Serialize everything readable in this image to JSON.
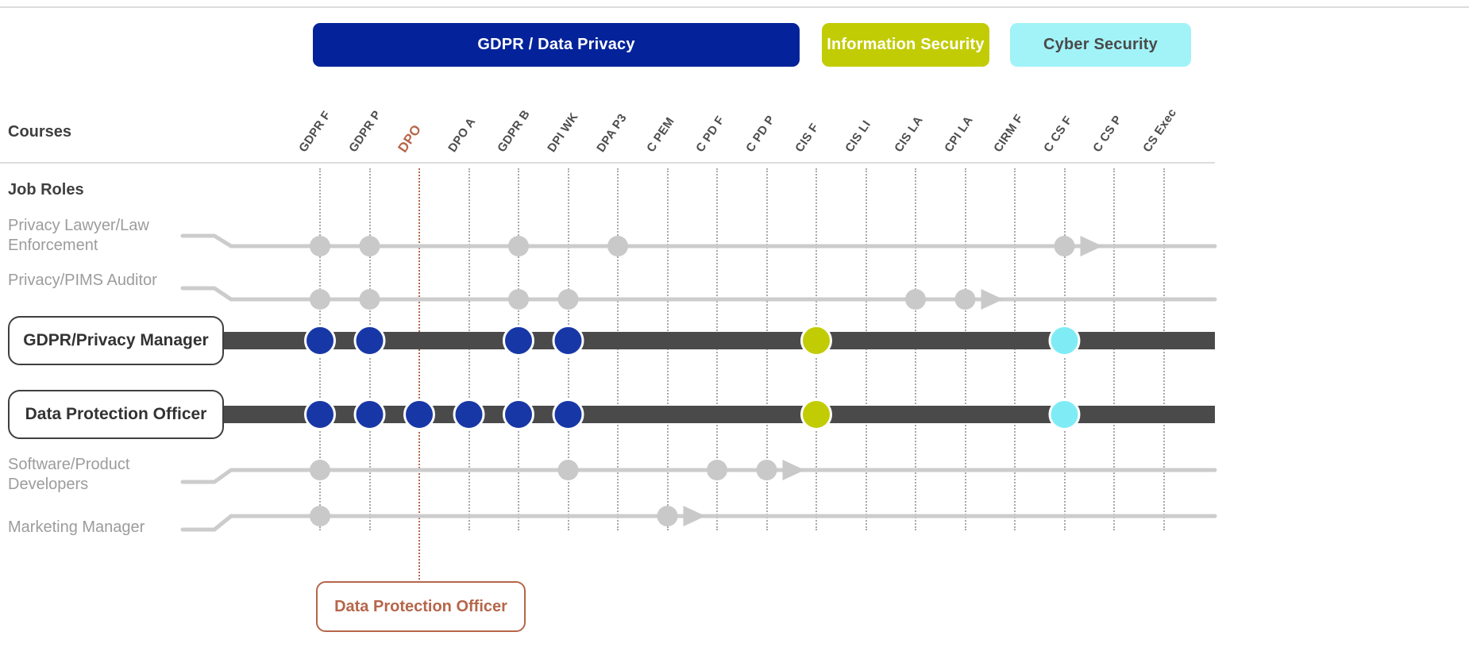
{
  "header": {
    "categories": [
      {
        "label": "GDPR / Data Privacy",
        "bg": "#04229a",
        "text_color": "#ffffff"
      },
      {
        "label": "Information Security",
        "bg": "#c2cc05",
        "text_color": "#ffffff"
      },
      {
        "label": "Cyber Security",
        "bg": "#a2f3f8",
        "text_color": "#4a4a4a"
      }
    ]
  },
  "labels": {
    "courses": "Courses",
    "job_roles": "Job Roles"
  },
  "courses": [
    "GDPR F",
    "GDPR P",
    "DPO",
    "DPO A",
    "GDPR B",
    "DPI WK",
    "DPA P3",
    "C PEM",
    "C PD F",
    "C PD P",
    "CIS F",
    "CIS LI",
    "CIS LA",
    "CPI LA",
    "CIRM F",
    "C CS F",
    "C CS P",
    "CS Exec"
  ],
  "highlighted_course": "DPO",
  "callout": {
    "label": "Data Protection Officer"
  },
  "colors": {
    "navy": "#04229a",
    "blue_dot": "#1837a6",
    "olive": "#c2cc05",
    "cyan": "#7fecf5",
    "cyan_light": "#a2f3f8",
    "bar": "#4a4a4a",
    "gray_line": "#cccccc",
    "gray_dot": "#c9c9c9",
    "rust": "#b5664a",
    "label_gray": "#9c9c9c",
    "dark_text": "#3f3f3f"
  },
  "chart_data": {
    "type": "table",
    "title": "Courses vs Job Roles learning pathways",
    "columns": [
      "GDPR F",
      "GDPR P",
      "DPO",
      "DPO A",
      "GDPR B",
      "DPI WK",
      "DPA P3",
      "C PEM",
      "C PD F",
      "C PD P",
      "CIS F",
      "CIS LI",
      "CIS LA",
      "CPI LA",
      "CIRM F",
      "C CS F",
      "C CS P",
      "CS Exec"
    ],
    "rows": [
      {
        "role": "Privacy Lawyer/Law Enforcement",
        "label_lines": [
          "Privacy Lawyer/Law",
          "Enforcement"
        ],
        "style": "light",
        "dots": [
          {
            "course": "GDPR F",
            "category": "none"
          },
          {
            "course": "GDPR P",
            "category": "none"
          },
          {
            "course": "GDPR B",
            "category": "none"
          },
          {
            "course": "DPA P3",
            "category": "none"
          },
          {
            "course": "C CS F",
            "category": "none"
          }
        ],
        "arrow_after": "C CS F"
      },
      {
        "role": "Privacy/PIMS Auditor",
        "label_lines": [
          "Privacy/PIMS Auditor"
        ],
        "style": "light",
        "dots": [
          {
            "course": "GDPR F",
            "category": "none"
          },
          {
            "course": "GDPR P",
            "category": "none"
          },
          {
            "course": "GDPR B",
            "category": "none"
          },
          {
            "course": "DPI WK",
            "category": "none"
          },
          {
            "course": "CIS LA",
            "category": "none"
          },
          {
            "course": "CPI LA",
            "category": "none"
          }
        ],
        "arrow_after": "CPI LA"
      },
      {
        "role": "GDPR/Privacy Manager",
        "label_lines": [
          "GDPR/Privacy Manager"
        ],
        "style": "emphasis",
        "dots": [
          {
            "course": "GDPR F",
            "category": "gdpr"
          },
          {
            "course": "GDPR P",
            "category": "gdpr"
          },
          {
            "course": "GDPR B",
            "category": "gdpr"
          },
          {
            "course": "DPI WK",
            "category": "gdpr"
          },
          {
            "course": "CIS F",
            "category": "infosec"
          },
          {
            "course": "C CS F",
            "category": "cyber"
          }
        ],
        "arrow_after": null
      },
      {
        "role": "Data Protection Officer",
        "label_lines": [
          "Data Protection Officer"
        ],
        "style": "emphasis",
        "dots": [
          {
            "course": "GDPR F",
            "category": "gdpr"
          },
          {
            "course": "GDPR P",
            "category": "gdpr"
          },
          {
            "course": "DPO",
            "category": "gdpr"
          },
          {
            "course": "DPO A",
            "category": "gdpr"
          },
          {
            "course": "GDPR B",
            "category": "gdpr"
          },
          {
            "course": "DPI WK",
            "category": "gdpr"
          },
          {
            "course": "CIS F",
            "category": "infosec"
          },
          {
            "course": "C CS F",
            "category": "cyber"
          }
        ],
        "arrow_after": null
      },
      {
        "role": "Software/Product Developers",
        "label_lines": [
          "Software/Product",
          "Developers"
        ],
        "style": "light",
        "dots": [
          {
            "course": "GDPR F",
            "category": "none"
          },
          {
            "course": "DPI WK",
            "category": "none"
          },
          {
            "course": "C PD F",
            "category": "none"
          },
          {
            "course": "C PD P",
            "category": "none"
          }
        ],
        "arrow_after": "C PD P"
      },
      {
        "role": "Marketing Manager",
        "label_lines": [
          "Marketing Manager"
        ],
        "style": "light",
        "dots": [
          {
            "course": "GDPR F",
            "category": "none"
          },
          {
            "course": "C PEM",
            "category": "none"
          }
        ],
        "arrow_after": "C PEM"
      }
    ]
  }
}
